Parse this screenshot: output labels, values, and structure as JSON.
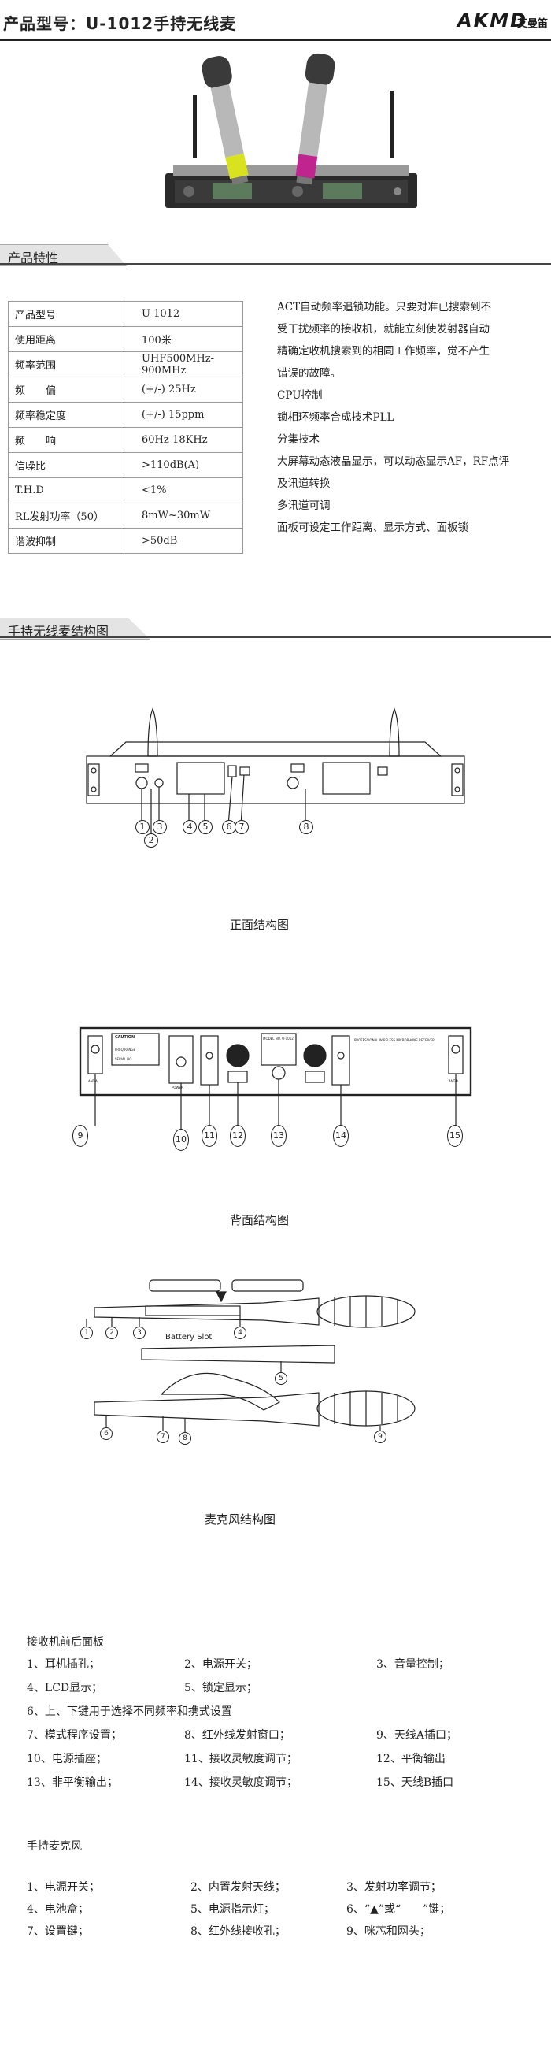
{
  "header": {
    "title": "产品型号：U-1012手持无线麦",
    "brand": "AKMD",
    "brand_cn": "艾曼笛"
  },
  "sections": {
    "features": "产品特性",
    "structure": "手持无线麦结构图"
  },
  "specs": [
    {
      "key": "产品型号",
      "value": "U-1012"
    },
    {
      "key": "使用距离",
      "value": "100米"
    },
    {
      "key": "频率范围",
      "value": "UHF500MHz-900MHz"
    },
    {
      "key": "频　　偏",
      "value": "(+/-) 25Hz"
    },
    {
      "key": "频率稳定度",
      "value": "(+/-) 15ppm"
    },
    {
      "key": "频　　响",
      "value": "60Hz-18KHz"
    },
    {
      "key": "信噪比",
      "value": ">110dB(A)"
    },
    {
      "key": "T.H.D",
      "value": "<1%"
    },
    {
      "key": "RL发射功率（50）",
      "value": "8mW~30mW"
    },
    {
      "key": "谐波抑制",
      "value": ">50dB"
    }
  ],
  "features": [
    "ACT自动频率追锁功能。只要对准已搜索到不",
    "受干扰频率的接收机，就能立刻使发射器自动",
    "精确定收机搜索到的相同工作频率，觉不产生",
    "错误的故障。",
    "CPU控制",
    "锁相环频率合成技术PLL",
    "分集技术",
    "大屏幕动态液晶显示，可以动态显示AF，RF点评",
    "及讯道转换",
    "多讯道可调",
    "面板可设定工作距离、显示方式、面板锁"
  ],
  "front_panel": {
    "caption": "正面结构图",
    "callouts": [
      "1",
      "2",
      "3",
      "4",
      "5",
      "6",
      "7",
      "8"
    ]
  },
  "rear_panel": {
    "caption": "背面结构图",
    "callouts": [
      "9",
      "10",
      "11",
      "12",
      "13",
      "14",
      "15"
    ],
    "labels": {
      "caution": "CAUTION",
      "freq_range": "FREQ RANGE",
      "serial": "SERIAL NO.",
      "power": "POWER",
      "model": "MODEL NO. U-1012",
      "title_line1": "PROFESSIONAL WIRELESS MICROPHONE RECEIVER",
      "ant_a": "ANT-A",
      "ant_b": "ANT-B"
    }
  },
  "mic": {
    "caption": "麦克风结构图",
    "battery_label": "Battery Slot",
    "callouts_top": [
      "1",
      "2",
      "3",
      "4",
      "5"
    ],
    "callouts_bottom": [
      "6",
      "7",
      "8",
      "9"
    ]
  },
  "receiver_legend": {
    "title": "接收机前后面板",
    "rows": [
      [
        "1、耳机插孔；",
        "2、电源开关；",
        "3、音量控制；"
      ],
      [
        "4、LCD显示；",
        "5、锁定显示；"
      ],
      [
        "6、上、下键用于选择不同频率和携式设置"
      ],
      [
        "7、模式程序设置；",
        "8、红外线发射窗口；",
        "9、天线A插口；"
      ],
      [
        "10、电源插座；",
        "11、接收灵敏度调节；",
        "12、平衡输出"
      ],
      [
        "13、非平衡输出；",
        "14、接收灵敏度调节；",
        "15、天线B插口"
      ]
    ]
  },
  "mic_legend": {
    "title": "手持麦克风",
    "rows": [
      [
        "1、电源开关；",
        "2、内置发射天线；",
        "3、发射功率调节；"
      ],
      [
        "4、电池盒；",
        "5、电源指示灯；",
        "6、“▲”或“　　”键；"
      ],
      [
        "7、设置键；",
        "8、红外线接收孔；",
        "9、咪芯和网头；"
      ]
    ]
  },
  "colors": {
    "yellow_band": "#d8e21e",
    "magenta_band": "#c0248e",
    "silver": "#b8b8b8",
    "dark": "#222222"
  }
}
